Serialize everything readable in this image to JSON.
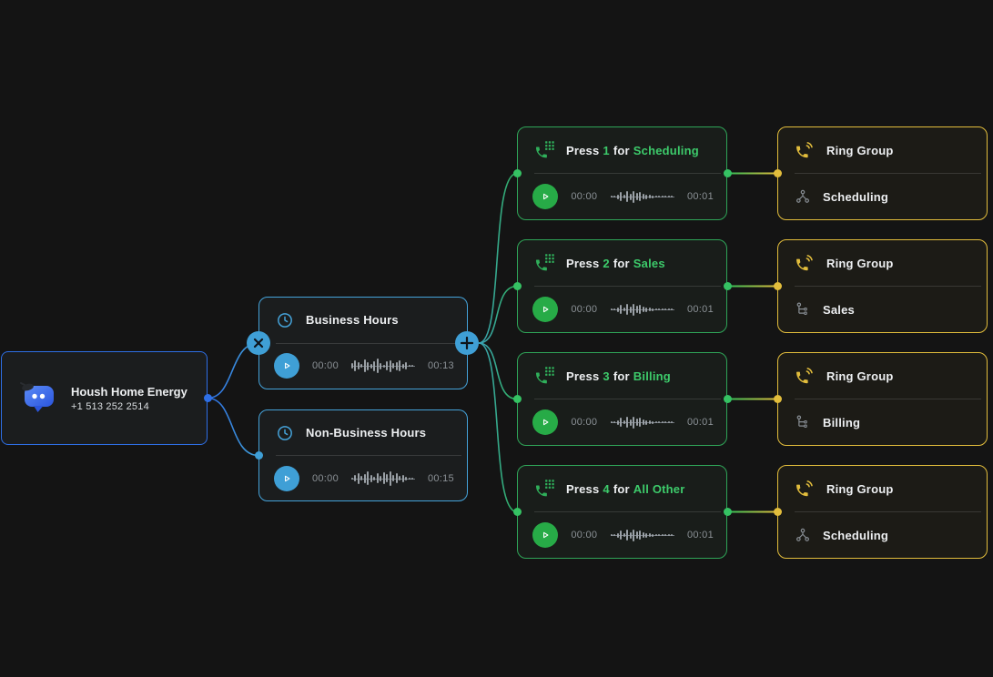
{
  "colors": {
    "bg": "#141414",
    "node-bg": "#1B1D1E",
    "blue": "#2E6FE6",
    "sky": "#45A3DA",
    "sky-btn": "#3F9FD6",
    "green": "#2FA558",
    "green-bright": "#35C263",
    "green-text": "#3DCB6B",
    "green-play": "#27AB47",
    "yellow": "#E2BD3C",
    "muted": "#8B9196",
    "text": "#EDEFF1"
  },
  "phone_node": {
    "title": "Housh Home Energy",
    "number": "+1 513 252 2514"
  },
  "hours_nodes": [
    {
      "label": "Business Hours",
      "elapsed": "00:00",
      "duration": "00:13"
    },
    {
      "label": "Non-Business Hours",
      "elapsed": "00:00",
      "duration": "00:15"
    }
  ],
  "menu_nodes": [
    {
      "press": "Press",
      "digit": "1",
      "for": "for",
      "target": "Scheduling",
      "elapsed": "00:00",
      "duration": "00:01"
    },
    {
      "press": "Press",
      "digit": "2",
      "for": "for",
      "target": "Sales",
      "elapsed": "00:00",
      "duration": "00:01"
    },
    {
      "press": "Press",
      "digit": "3",
      "for": "for",
      "target": "Billing",
      "elapsed": "00:00",
      "duration": "00:01"
    },
    {
      "press": "Press",
      "digit": "4",
      "for": "for",
      "target": "All Other",
      "elapsed": "00:00",
      "duration": "00:01"
    }
  ],
  "ring_groups": [
    {
      "title": "Ring Group",
      "target": "Scheduling"
    },
    {
      "title": "Ring Group",
      "target": "Sales"
    },
    {
      "title": "Ring Group",
      "target": "Billing"
    },
    {
      "title": "Ring Group",
      "target": "Scheduling"
    }
  ]
}
